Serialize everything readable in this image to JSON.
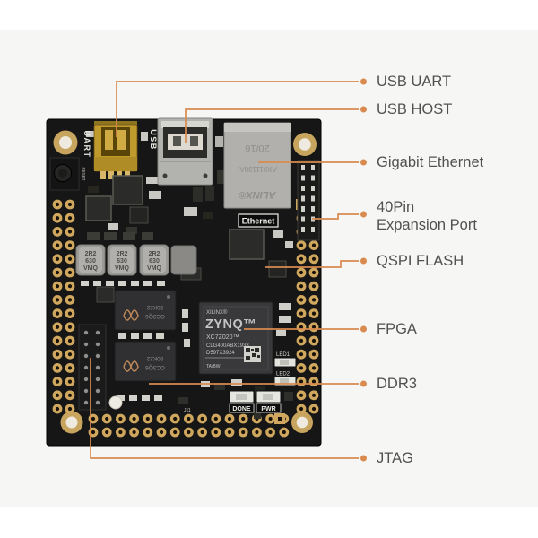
{
  "colors": {
    "accent": "#d98b4f",
    "label_text": "#515151",
    "panel_bg": "#f6f6f4",
    "pcb": "#161616",
    "pad_gold": "#cfa75f"
  },
  "callouts": [
    {
      "id": "usb-uart",
      "label": "USB UART"
    },
    {
      "id": "usb-host",
      "label": "USB HOST"
    },
    {
      "id": "gigabit-ethernet",
      "label": "Gigabit Ethernet"
    },
    {
      "id": "40pin-expansion-port",
      "label": "40Pin",
      "label_line2": "Expansion Port"
    },
    {
      "id": "qspi-flash",
      "label": "QSPI FLASH"
    },
    {
      "id": "fpga",
      "label": "FPGA"
    },
    {
      "id": "ddr3",
      "label": "DDR3"
    },
    {
      "id": "jtag",
      "label": "JTAG"
    }
  ],
  "board": {
    "silkscreen": {
      "uart": "UART",
      "usb": "USB",
      "reset": "RESET",
      "ethernet_label": "Ethernet",
      "led1": "LED1",
      "led2": "LED2",
      "done": "DONE",
      "pwr": "PWR",
      "j11": "J11"
    },
    "ethernet_stamp": {
      "line1": "20/16",
      "line2": "AX911130AI",
      "line3": "ALINX®"
    },
    "inductor": {
      "line1": "2R2",
      "line2": "630",
      "line3": "VMQ"
    },
    "ddr3_chip": {
      "line1": "90K22",
      "line2": "CC3Q6"
    },
    "fpga_chip": {
      "brand": "XILINX®",
      "name": "ZYNQ™",
      "part": "XC7Z020™",
      "pkg": "CLG400ABX1933",
      "lot": "D597X3924",
      "foot": "TA/BW"
    }
  }
}
